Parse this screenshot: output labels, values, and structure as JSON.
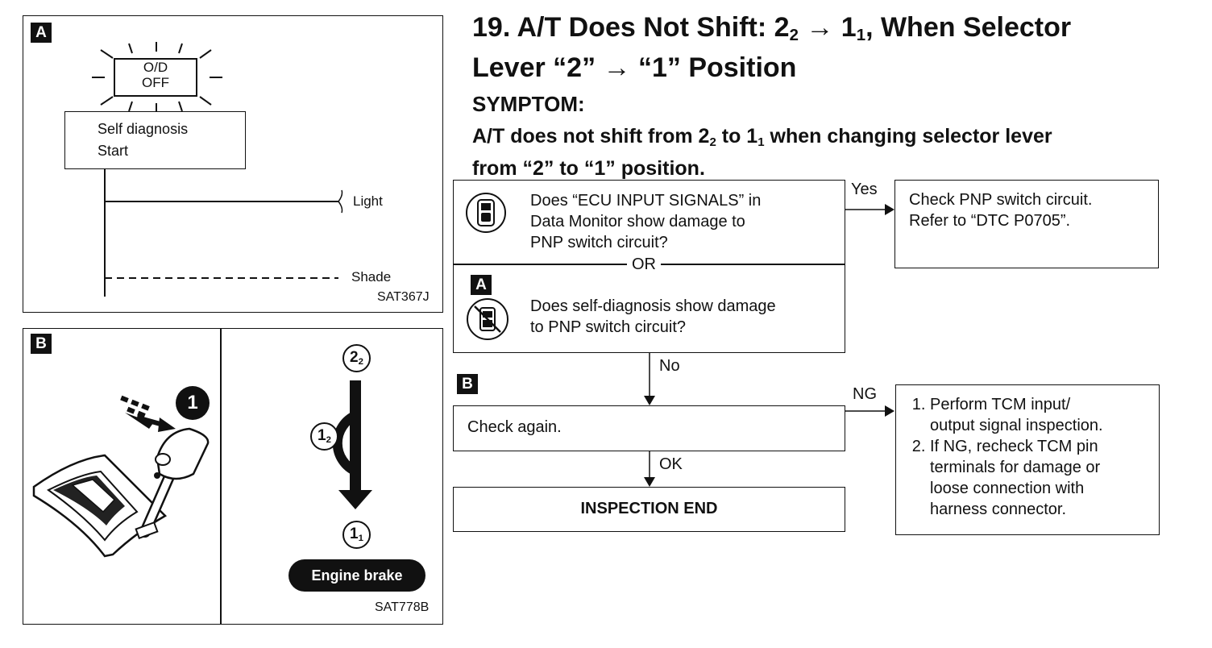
{
  "figA": {
    "tag": "A",
    "indicator_line1": "O/D",
    "indicator_line2": "OFF",
    "diag_line1": "Self diagnosis",
    "diag_line2": "Start",
    "light_label": "Light",
    "shade_label": "Shade",
    "code": "SAT367J"
  },
  "figB": {
    "tag": "B",
    "step_badge": "1",
    "pos_22": "2",
    "pos_22_sub": "2",
    "pos_12": "1",
    "pos_12_sub": "2",
    "pos_11": "1",
    "pos_11_sub": "1",
    "engine_brake": "Engine brake",
    "code": "SAT778B"
  },
  "heading": {
    "num": "19. A/T Does Not Shift: 2",
    "sub1": "2",
    "arrow": " → 1",
    "sub2": "1",
    "rest": ", When Selector",
    "line2": "Lever “2” → “1” Position"
  },
  "symptom": {
    "label": "SYMPTOM:",
    "l1a": "A/T does not shift from 2",
    "l1s1": "2",
    "l1b": " to 1",
    "l1s2": "1",
    "l1c": " when changing selector lever",
    "l2": "from “2” to “1” position."
  },
  "flow": {
    "q1_line1": "Does “ECU INPUT SIGNALS” in",
    "q1_line2": "Data Monitor show damage to",
    "q1_line3": "PNP switch circuit?",
    "or": "OR",
    "tag_a": "A",
    "q2_line1": "Does self-diagnosis show damage",
    "q2_line2": "to PNP switch circuit?",
    "yes": "Yes",
    "yes_line1": "Check PNP switch circuit.",
    "yes_line2": "Refer to “DTC P0705”.",
    "no": "No",
    "tag_b": "B",
    "check_again": "Check again.",
    "ng": "NG",
    "ng_item1_l1": "Perform TCM input/",
    "ng_item1_l2": "output signal inspection.",
    "ng_item2_l1": "If NG, recheck TCM pin",
    "ng_item2_l2": "terminals for damage or",
    "ng_item2_l3": "loose connection with",
    "ng_item2_l4": "harness connector.",
    "ok": "OK",
    "end": "INSPECTION END"
  }
}
